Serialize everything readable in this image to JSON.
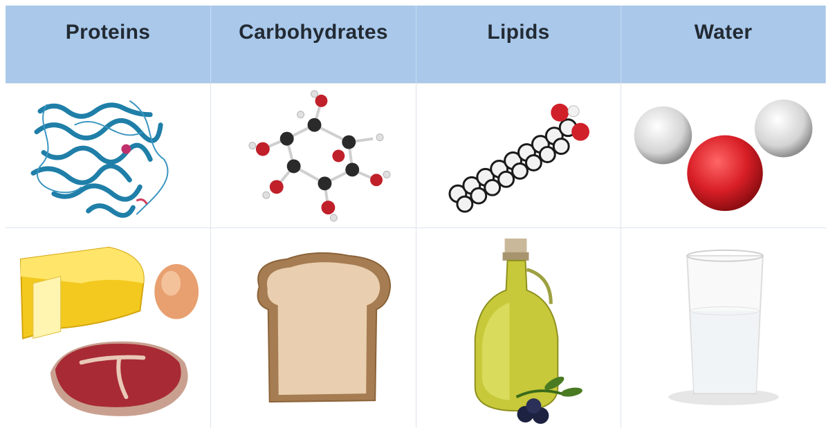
{
  "table": {
    "headers": [
      "Proteins",
      "Carbohydrates",
      "Lipids",
      "Water"
    ]
  },
  "icons": {
    "molecules": [
      "protein-structure-icon",
      "glucose-molecule-icon",
      "fatty-acid-molecule-icon",
      "water-molecule-icon"
    ],
    "foods": [
      "cheese-egg-steak-icon",
      "bread-slice-icon",
      "olive-oil-bottle-icon",
      "water-glass-icon"
    ]
  },
  "colors": {
    "header_bg": "#a9c8ea",
    "protein": "#1f7fa8",
    "oxygen": "#d0202a",
    "carbon": "#2a2a2a",
    "hydrogen": "#e8e8e8"
  }
}
